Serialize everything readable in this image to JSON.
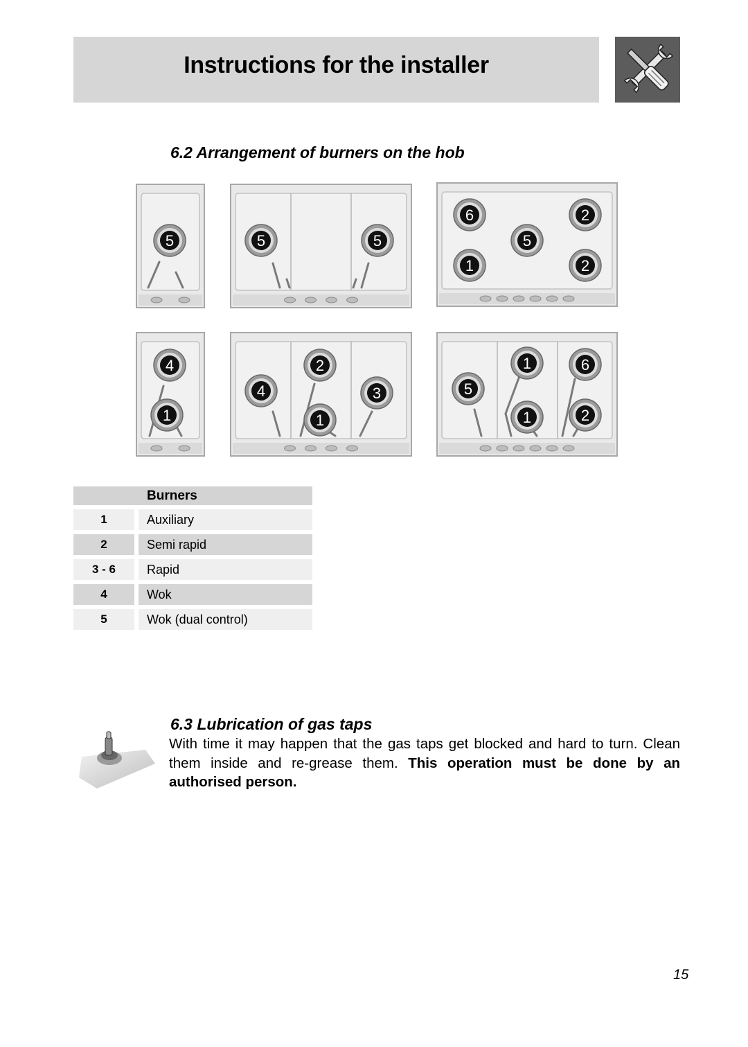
{
  "header": {
    "title": "Instructions for the installer",
    "icon": "tools-icon"
  },
  "section_62": {
    "title": "6.2 Arrangement of burners on the hob"
  },
  "hobs": [
    {
      "burners": [
        "5"
      ],
      "knobs": 2
    },
    {
      "burners": [
        "5",
        "5"
      ],
      "knobs": 4
    },
    {
      "burners": [
        "6",
        "2",
        "5",
        "1",
        "2"
      ],
      "knobs": 6
    },
    {
      "burners": [
        "4",
        "1"
      ],
      "knobs": 2
    },
    {
      "burners": [
        "4",
        "2",
        "3",
        "1"
      ],
      "knobs": 4
    },
    {
      "burners": [
        "1",
        "6",
        "5",
        "1",
        "2"
      ],
      "knobs": 6
    }
  ],
  "burner_table": {
    "header": "Burners",
    "rows": [
      {
        "num": "1",
        "name": "Auxiliary"
      },
      {
        "num": "2",
        "name": "Semi rapid"
      },
      {
        "num": "3 - 6",
        "name": "Rapid"
      },
      {
        "num": "4",
        "name": "Wok"
      },
      {
        "num": "5",
        "name": "Wok (dual control)"
      }
    ]
  },
  "section_63": {
    "title": "6.3 Lubrication of gas taps",
    "text": "With time it may happen that the gas taps get blocked and hard to turn. Clean them inside and re-grease them.",
    "bold_text": "This operation must be done by an authorised person."
  },
  "page_number": "15"
}
